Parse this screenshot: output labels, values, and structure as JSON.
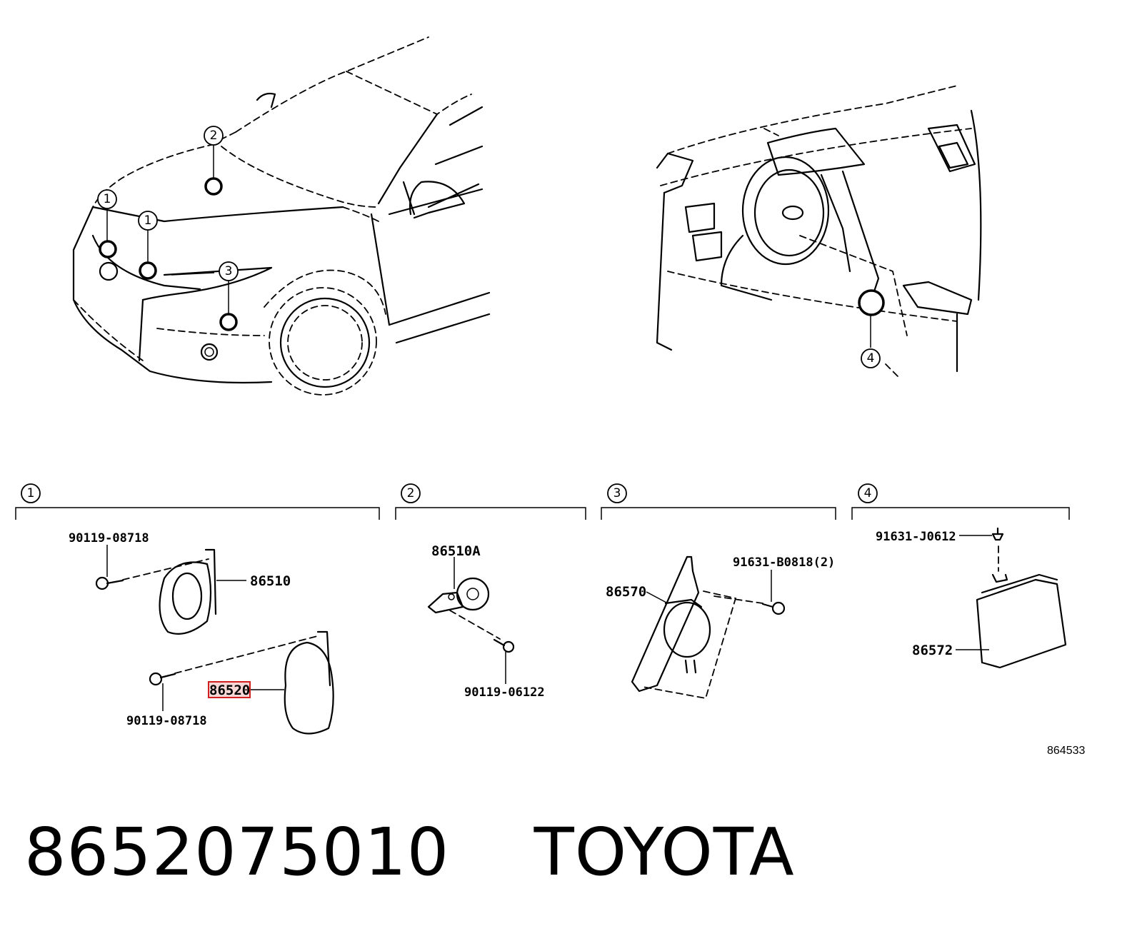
{
  "footer": {
    "part_number": "8652075010",
    "brand": "TOYOTA"
  },
  "figure_id": "864533",
  "location_callouts": [
    "1",
    "2",
    "1",
    "3",
    "4"
  ],
  "groups": [
    {
      "label": "1",
      "parts": [
        "90119-08718",
        "86510",
        "86520",
        "90119-08718"
      ]
    },
    {
      "label": "2",
      "parts": [
        "86510A",
        "90119-06122"
      ]
    },
    {
      "label": "3",
      "parts": [
        "86570",
        "91631-B0818(2)"
      ]
    },
    {
      "label": "4",
      "parts": [
        "91631-J0612",
        "86572"
      ]
    }
  ],
  "highlighted_part": "86520"
}
